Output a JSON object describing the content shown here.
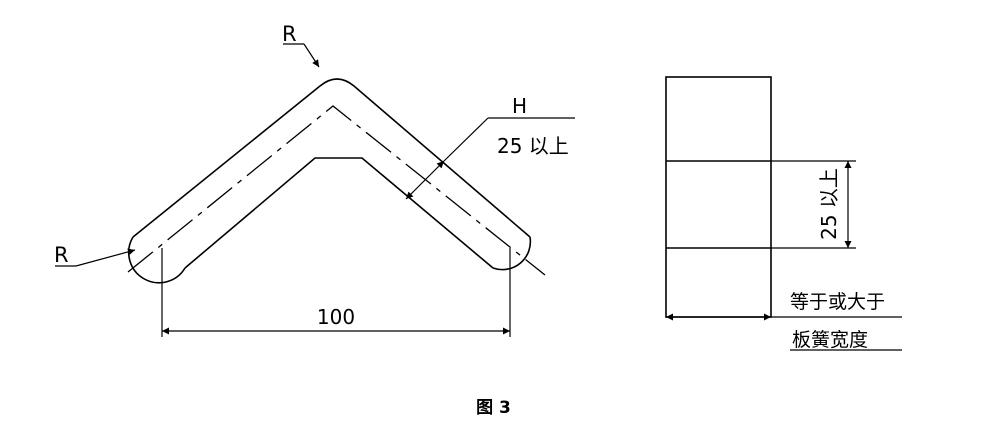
{
  "figure": {
    "caption": "图 3",
    "bent_part": {
      "radius_label_top": "R",
      "radius_label_left": "R",
      "height_symbol": "H",
      "height_value": "25 以上",
      "span_dimension": "100"
    },
    "side_view": {
      "height_value": "25 以上",
      "width_note_line1": "等于或大于",
      "width_note_line2": "板簧宽度"
    }
  }
}
